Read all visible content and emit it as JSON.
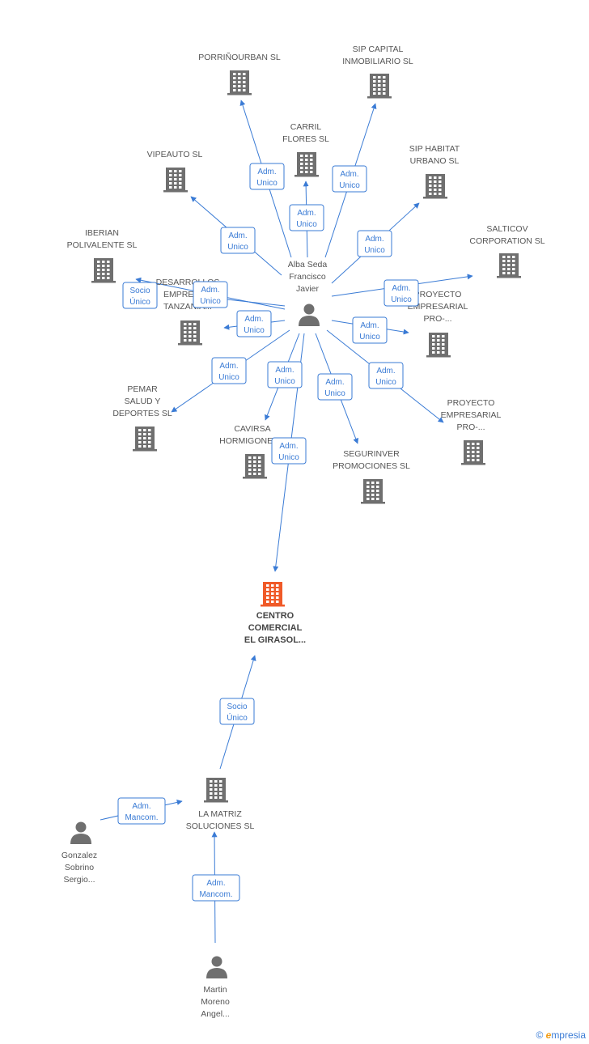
{
  "colors": {
    "edge": "#3a7bd5",
    "node": "#6f6f6f",
    "highlight": "#f05a28",
    "text": "#555555"
  },
  "nodes": [
    {
      "id": "porrinourban",
      "kind": "company",
      "lines": [
        "PORRIÑOURBAN SL"
      ]
    },
    {
      "id": "sipcapital",
      "kind": "company",
      "lines": [
        "SIP CAPITAL",
        "INMOBILIARIO SL"
      ]
    },
    {
      "id": "carril",
      "kind": "company",
      "lines": [
        "CARRIL",
        "FLORES SL"
      ]
    },
    {
      "id": "vipeauto",
      "kind": "company",
      "lines": [
        "VIPEAUTO SL"
      ]
    },
    {
      "id": "siphabitat",
      "kind": "company",
      "lines": [
        "SIP HABITAT",
        "URBANO SL"
      ]
    },
    {
      "id": "iberian",
      "kind": "company",
      "lines": [
        "IBERIAN",
        "POLIVALENTE SL"
      ]
    },
    {
      "id": "salticov",
      "kind": "company",
      "lines": [
        "SALTICOV",
        "CORPORATION SL"
      ]
    },
    {
      "id": "alba",
      "kind": "person",
      "lines": [
        "Alba Seda",
        "Francisco",
        "Javier"
      ]
    },
    {
      "id": "desarrollos",
      "kind": "company",
      "lines": [
        "DESARROLLOS",
        "EMPRESA...",
        "TANZANIA..."
      ]
    },
    {
      "id": "proyecto1",
      "kind": "company",
      "lines": [
        "PROYECTO",
        "EMPRESARIAL",
        "PRO-..."
      ]
    },
    {
      "id": "pemar",
      "kind": "company",
      "lines": [
        "PEMAR",
        "SALUD Y",
        "DEPORTES SL"
      ]
    },
    {
      "id": "proyecto2",
      "kind": "company",
      "lines": [
        "PROYECTO",
        "EMPRESARIAL",
        "PRO-..."
      ]
    },
    {
      "id": "cavirsa",
      "kind": "company",
      "lines": [
        "CAVIRSA",
        "HORMIGONES..."
      ]
    },
    {
      "id": "segurinver",
      "kind": "company",
      "lines": [
        "SEGURINVER",
        "PROMOCIONES SL"
      ]
    },
    {
      "id": "centro",
      "kind": "main",
      "lines": [
        "CENTRO",
        "COMERCIAL",
        "EL GIRASOL..."
      ]
    },
    {
      "id": "lamatriz",
      "kind": "company",
      "lines": [
        "LA MATRIZ",
        "SOLUCIONES  SL"
      ]
    },
    {
      "id": "gonzalez",
      "kind": "person",
      "lines": [
        "Gonzalez",
        "Sobrino",
        "Sergio..."
      ]
    },
    {
      "id": "martin",
      "kind": "person",
      "lines": [
        "Martin",
        "Moreno",
        "Angel..."
      ]
    }
  ],
  "edges": [
    {
      "from": "alba",
      "to": "porrinourban",
      "lines": [
        "Adm.",
        "Unico"
      ]
    },
    {
      "from": "alba",
      "to": "sipcapital",
      "lines": [
        "Adm.",
        "Unico"
      ]
    },
    {
      "from": "alba",
      "to": "carril",
      "lines": [
        "Adm.",
        "Unico"
      ]
    },
    {
      "from": "alba",
      "to": "vipeauto",
      "lines": [
        "Adm.",
        "Unico"
      ]
    },
    {
      "from": "alba",
      "to": "siphabitat",
      "lines": [
        "Adm.",
        "Unico"
      ]
    },
    {
      "from": "alba",
      "to": "iberian",
      "lines": [
        "Socio",
        "Único"
      ]
    },
    {
      "from": "alba",
      "to": "salticov",
      "lines": [
        "Adm.",
        "Unico"
      ]
    },
    {
      "from": "alba",
      "to": "desarrollos",
      "lines": [
        "Adm.",
        "Unico"
      ]
    },
    {
      "from": "alba",
      "to": "desarrollos",
      "lines": [
        "Adm.",
        "Unico"
      ]
    },
    {
      "from": "alba",
      "to": "proyecto1",
      "lines": [
        "Adm.",
        "Unico"
      ]
    },
    {
      "from": "alba",
      "to": "pemar",
      "lines": [
        "Adm.",
        "Unico"
      ]
    },
    {
      "from": "alba",
      "to": "cavirsa",
      "lines": [
        "Adm.",
        "Unico"
      ]
    },
    {
      "from": "alba",
      "to": "segurinver",
      "lines": [
        "Adm.",
        "Unico"
      ]
    },
    {
      "from": "alba",
      "to": "proyecto2",
      "lines": [
        "Adm.",
        "Unico"
      ]
    },
    {
      "from": "alba",
      "to": "centro",
      "lines": [
        "Adm.",
        "Unico"
      ]
    },
    {
      "from": "lamatriz",
      "to": "centro",
      "lines": [
        "Socio",
        "Único"
      ]
    },
    {
      "from": "gonzalez",
      "to": "lamatriz",
      "lines": [
        "Adm.",
        "Mancom."
      ]
    },
    {
      "from": "martin",
      "to": "lamatriz",
      "lines": [
        "Adm.",
        "Mancom."
      ]
    }
  ],
  "footer": {
    "copyright": "©",
    "brand_first": "e",
    "brand_rest": "mpresia"
  }
}
